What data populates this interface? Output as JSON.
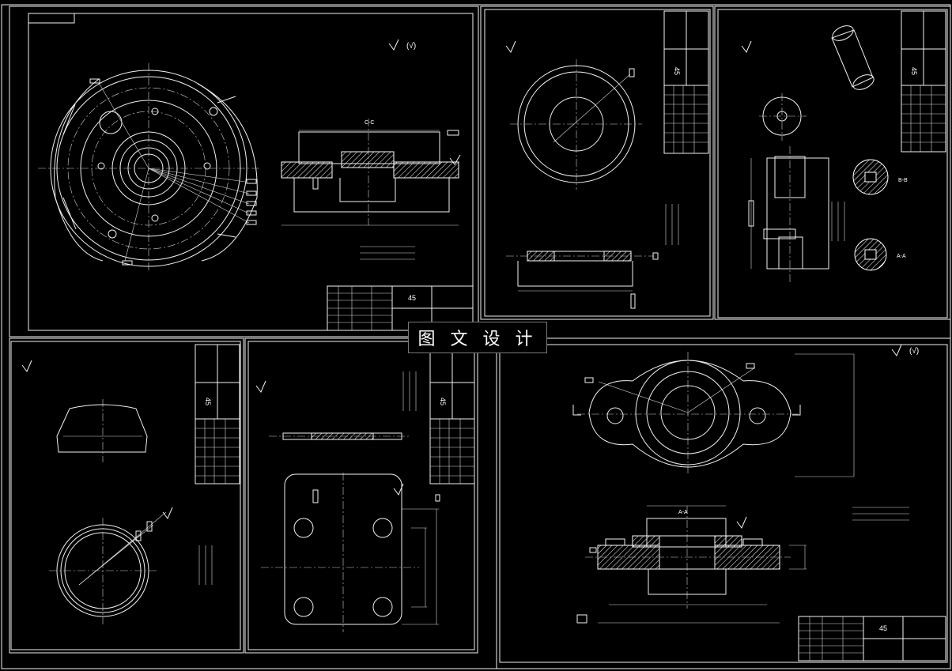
{
  "watermark": {
    "text": "图 文 设 计"
  },
  "sheets": [
    {
      "id": "sheet-1",
      "section": "C-C",
      "material": "45",
      "roughness": "(√)"
    },
    {
      "id": "sheet-2",
      "section": "",
      "material": "45",
      "roughness": "(√)"
    },
    {
      "id": "sheet-3",
      "section": "B-B",
      "section2": "A-A",
      "material": "45",
      "roughness": "(√)"
    },
    {
      "id": "sheet-4",
      "section": "",
      "material": "45",
      "roughness": "(√)"
    },
    {
      "id": "sheet-5",
      "section": "",
      "material": "45",
      "roughness": ""
    },
    {
      "id": "sheet-6",
      "section": "A-A",
      "material": "45",
      "roughness": "(√)"
    }
  ]
}
